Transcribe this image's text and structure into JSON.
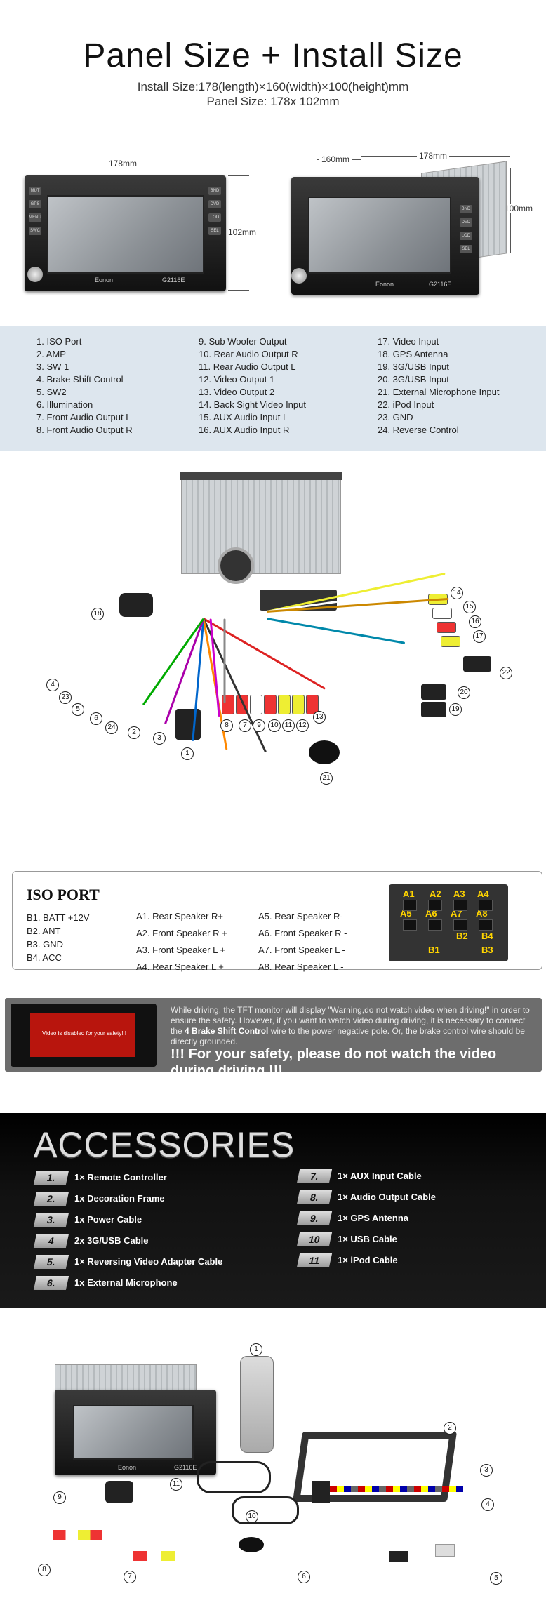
{
  "header": {
    "title": "Panel Size + Install Size",
    "install_size": "Install Size:178(length)×160(width)×100(height)mm",
    "panel_size": "Panel Size: 178x 102mm"
  },
  "dimensions": {
    "front_width": "178mm",
    "front_height": "102mm",
    "side_depth": "160mm",
    "side_width": "178mm",
    "side_height": "100mm"
  },
  "unit": {
    "brand": "Eonon",
    "model": "G2116E",
    "buttons": [
      "MUT",
      "GPS",
      "MENU",
      "SWC",
      "BND",
      "DVD",
      "LOD",
      "SEL"
    ]
  },
  "ports": {
    "col1": [
      "1. ISO Port",
      "2. AMP",
      "3. SW 1",
      "4. Brake Shift Control",
      "5. SW2",
      "6. Illumination",
      "7. Front Audio Output L",
      "8. Front Audio Output R"
    ],
    "col2": [
      "9. Sub Woofer Output",
      "10. Rear Audio Output R",
      "11. Rear Audio Output L",
      "12. Video Output 1",
      "13. Video Output 2",
      "14. Back Sight Video Input",
      "15. AUX Audio Input L",
      "16. AUX Audio Input R"
    ],
    "col3": [
      "17. Video Input",
      "18. GPS Antenna",
      "19. 3G/USB Input",
      "20. 3G/USB Input",
      "21. External Microphone Input",
      "22. iPod Input",
      "23. GND",
      "24. Reverse Control"
    ]
  },
  "wiring_numbers": [
    "18",
    "4",
    "23",
    "5",
    "6",
    "24",
    "2",
    "3",
    "1",
    "8",
    "7",
    "9",
    "10",
    "11",
    "12",
    "13",
    "21",
    "14",
    "15",
    "16",
    "17",
    "22",
    "20",
    "19"
  ],
  "iso": {
    "title": "ISO PORT",
    "col_b": [
      "B1. BATT +12V",
      "B2. ANT",
      "B3. GND",
      "B4. ACC"
    ],
    "col_a1": [
      "A1.  Rear Speaker R+",
      "A2.  Front Speaker R +",
      "A3.  Front Speaker L +",
      "A4.  Rear Speaker L +"
    ],
    "col_a2": [
      "A5.  Rear Speaker R-",
      "A6.  Front Speaker R -",
      "A7.  Front Speaker L -",
      "A8.  Rear Speaker L -"
    ],
    "connector_top": [
      "A1",
      "A2",
      "A3",
      "A4",
      "A5",
      "A6",
      "A7",
      "A8"
    ],
    "connector_bottom": [
      "B2",
      "B4",
      "B1",
      "B3"
    ]
  },
  "warning": {
    "screen_text": "Video is disabled for your safety!!!",
    "text_before": "While driving, the TFT monitor will display \"Warning,do not watch video when driving!\" in order to ensure the safety. However, if you want to watch video during driving, it is necessary to connect the ",
    "text_bold": "4 Brake Shift Control",
    "text_after": " wire to the power negative pole. Or, the brake control wire should be directly grounded.",
    "big": "!!! For your safety, please do not watch the video during driving !!!"
  },
  "accessories": {
    "title": "ACCESSORIES",
    "left": [
      {
        "num": "1.",
        "label": "1× Remote Controller"
      },
      {
        "num": "2.",
        "label": "1x Decoration Frame"
      },
      {
        "num": "3.",
        "label": "1x Power Cable"
      },
      {
        "num": "4",
        "label": "2x 3G/USB Cable"
      },
      {
        "num": "5.",
        "label": "1× Reversing Video Adapter Cable"
      },
      {
        "num": "6.",
        "label": "1x External Microphone"
      }
    ],
    "right": [
      {
        "num": "7.",
        "label": "1× AUX Input Cable"
      },
      {
        "num": "8.",
        "label": "1× Audio Output  Cable"
      },
      {
        "num": "9.",
        "label": "1× GPS Antenna"
      },
      {
        "num": "10",
        "label": "1× USB Cable"
      },
      {
        "num": "11",
        "label": "1× iPod Cable"
      }
    ]
  },
  "bottom_numbers": [
    "1",
    "2",
    "3",
    "4",
    "5",
    "6",
    "7",
    "8",
    "9",
    "10",
    "11"
  ],
  "colors": {
    "port_band": "#dde6ee",
    "warning_band": "#6d6d6d",
    "accessory_band": "#000000",
    "iso_label": "#ffd400"
  }
}
